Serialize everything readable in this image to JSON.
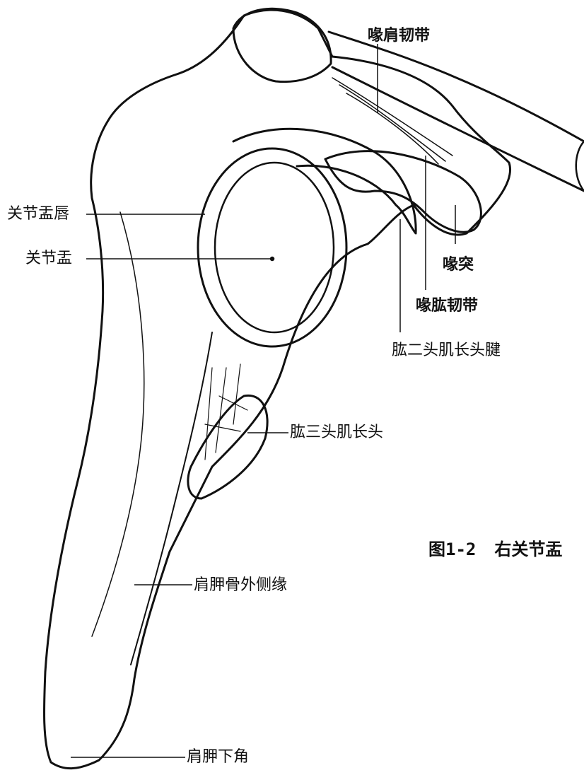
{
  "labels": {
    "coracoacromial_ligament": "喙肩韧带",
    "glenoid_labrum": "关节盂唇",
    "glenoid_cavity": "关节盂",
    "coracoid_process": "喙突",
    "coracohumeral_ligament": "喙肱韧带",
    "biceps_long_head_tendon": "肱二头肌长头腱",
    "triceps_long_head": "肱三头肌长头",
    "lateral_border_scapula": "肩胛骨外侧缘",
    "inferior_angle_scapula": "肩胛下角"
  },
  "caption": {
    "number": "图1-2",
    "text": "右关节盂"
  }
}
